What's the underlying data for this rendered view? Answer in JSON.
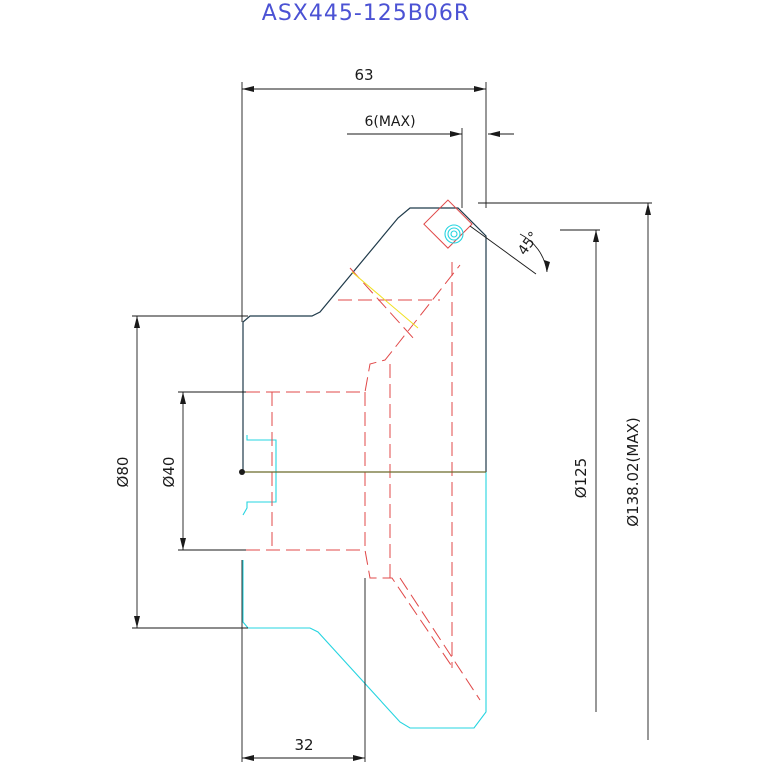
{
  "title": "ASX445-125B06R",
  "colors": {
    "title": "#4b52d4",
    "outline": "#1f3a4a",
    "cyan": "#25d4e0",
    "hidden": "#e04848",
    "yellow": "#f0e020",
    "olive": "#6b6b2b",
    "dimension": "#1a1a1a"
  },
  "dimensions": {
    "width_total": "63",
    "max_depth": "6(MAX)",
    "angle": "45°",
    "dia_80": "Ø80",
    "dia_40": "Ø40",
    "dia_125": "Ø125",
    "dia_138": "Ø138.02(MAX)",
    "width_hub": "32"
  }
}
